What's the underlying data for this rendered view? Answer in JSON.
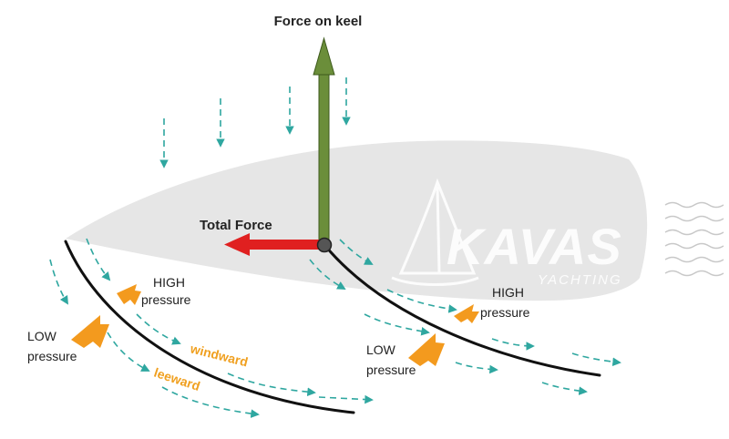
{
  "labels": {
    "force_on_keel": "Force on keel",
    "total_force": "Total Force",
    "high_pressure_1_line1": "HIGH",
    "high_pressure_1_line2": "pressure",
    "low_pressure_1_line1": "LOW",
    "low_pressure_1_line2": "pressure",
    "high_pressure_2_line1": "HIGH",
    "high_pressure_2_line2": "pressure",
    "low_pressure_2_line1": "LOW",
    "low_pressure_2_line2": "pressure",
    "windward": "windward",
    "leeward": "leeward"
  },
  "watermark": {
    "brand": "KAVAS",
    "sub": "YACHTING"
  },
  "colors": {
    "keel_arrow": "#6b8e3a",
    "total_force_arrow": "#e02020",
    "pressure_arrow": "#f39a1e",
    "flow_line": "#2fa7a0",
    "hull": "#e6e6e6",
    "sail": "#111111",
    "text_orange": "#f0a020"
  },
  "icons": {
    "waves": "wave-lines-icon",
    "pivot": "pivot-dot-icon"
  }
}
